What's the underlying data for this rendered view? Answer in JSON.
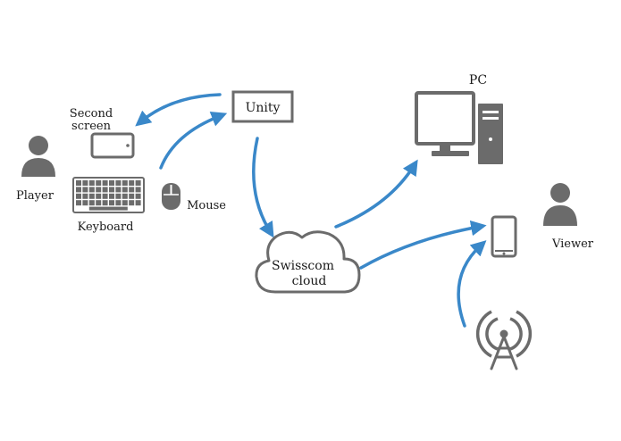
{
  "labels": {
    "unity": "Unity",
    "second_screen_line1": "Second",
    "second_screen_line2": "screen",
    "player": "Player",
    "keyboard": "Keyboard",
    "mouse": "Mouse",
    "cloud_line1": "Swisscom",
    "cloud_line2": "cloud",
    "pc": "PC",
    "viewer": "Viewer"
  },
  "colors": {
    "arrow": "#3a88c9",
    "icon": "#6b6b6b",
    "text": "#1a1a1a",
    "background": "#ffffff"
  },
  "icons": [
    "person-icon",
    "tablet-icon",
    "keyboard-icon",
    "mouse-icon",
    "cloud-icon",
    "monitor-icon",
    "tower-icon",
    "smartphone-icon",
    "antenna-icon"
  ]
}
